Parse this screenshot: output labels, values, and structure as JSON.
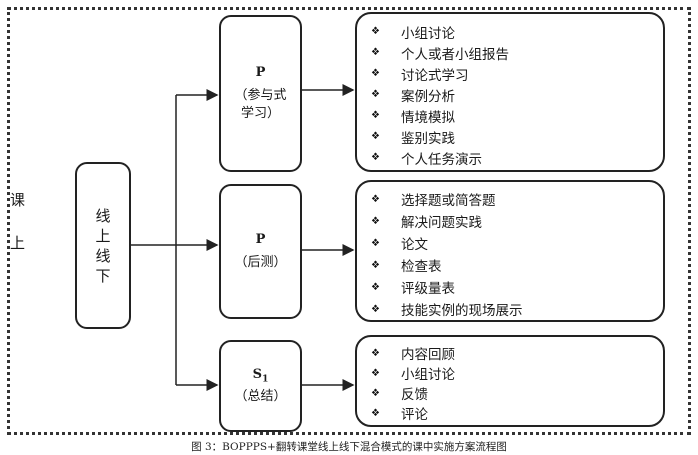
{
  "side_label": [
    "课",
    "上"
  ],
  "center_box": {
    "text": "线上线下"
  },
  "phases": [
    {
      "code": "P",
      "sub": "",
      "desc": "（参与式学习）",
      "items": [
        "小组讨论",
        "个人或者小组报告",
        "讨论式学习",
        "案例分析",
        "情境模拟",
        "鉴别实践",
        "个人任务演示"
      ]
    },
    {
      "code": "P",
      "sub": "",
      "desc": "（后测）",
      "items": [
        "选择题或简答题",
        "解决问题实践",
        "论文",
        "检查表",
        "评级量表",
        "技能实例的现场展示"
      ]
    },
    {
      "code": "S",
      "sub": "1",
      "desc": "（总结）",
      "items": [
        "内容回顾",
        "小组讨论",
        "反馈",
        "评论"
      ]
    }
  ],
  "bullet_glyph": "❖",
  "caption": "图 3：BOPPPS+翻转课堂线上线下混合模式的课中实施方案流程图"
}
